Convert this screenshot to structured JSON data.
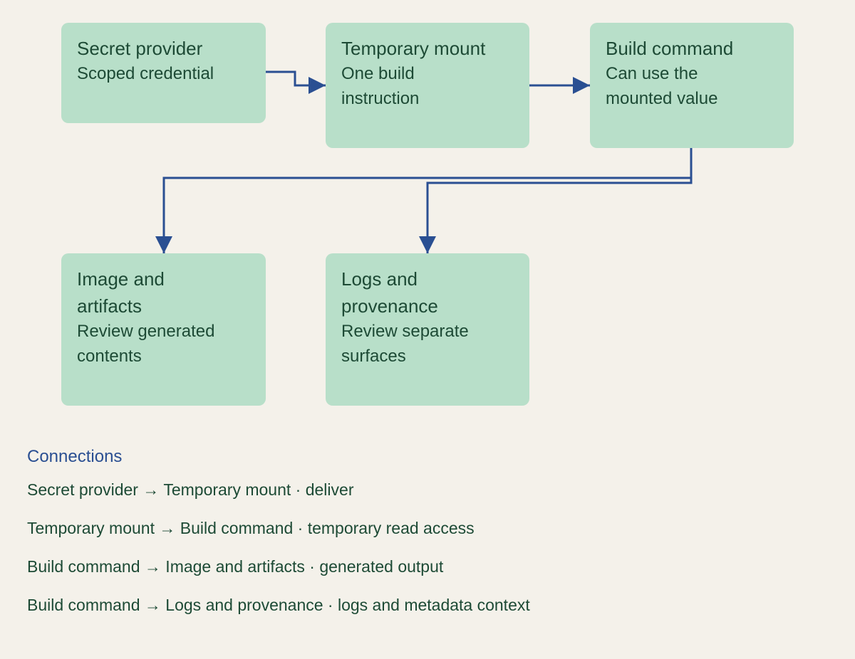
{
  "nodes": [
    {
      "id": "secret-provider",
      "title": "Secret provider",
      "subtitle": "Scoped credential"
    },
    {
      "id": "temporary-mount",
      "title": "Temporary mount",
      "subtitle": "One build instruction"
    },
    {
      "id": "build-command",
      "title": "Build command",
      "subtitle": "Can use the mounted value"
    },
    {
      "id": "image-artifacts",
      "title": "Image and artifacts",
      "subtitle": "Review generated contents"
    },
    {
      "id": "logs-provenance",
      "title": "Logs and provenance",
      "subtitle": "Review separate surfaces"
    }
  ],
  "connections": {
    "heading": "Connections",
    "items": [
      {
        "text": "Secret provider → Temporary mount · deliver"
      },
      {
        "text": "Temporary mount → Build command · temporary read access"
      },
      {
        "text": "Build command → Image and artifacts · generated output"
      },
      {
        "text": "Build command → Logs and provenance · logs and metadata context"
      }
    ]
  },
  "colors": {
    "background": "#f4f1ea",
    "node_fill": "#b8dfc9",
    "edge": "#2a4f92",
    "text": "#1d4a35",
    "heading": "#2a4f92"
  }
}
